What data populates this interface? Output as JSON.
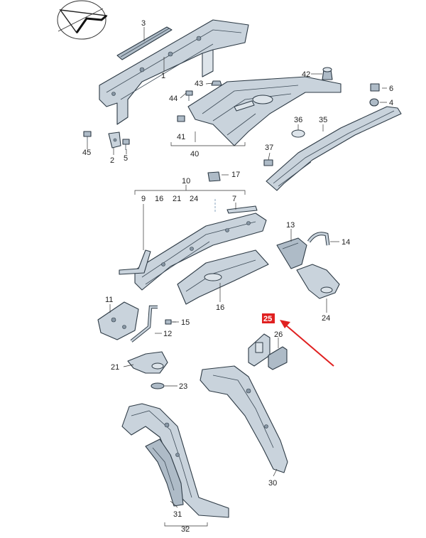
{
  "callouts": {
    "c1": "1",
    "c2": "2",
    "c3": "3",
    "c4": "4",
    "c5": "5",
    "c6": "6",
    "c7": "7",
    "c9": "9",
    "c10": "10",
    "c11": "11",
    "c12": "12",
    "c13": "13",
    "c14": "14",
    "c15": "15",
    "c16a": "16",
    "c16b": "16",
    "c17": "17",
    "c21a": "21",
    "c21b": "21",
    "c23": "23",
    "c24a": "24",
    "c24b": "24",
    "c25": "25",
    "c26": "26",
    "c30": "30",
    "c31": "31",
    "c32": "32",
    "c35": "35",
    "c36": "36",
    "c37": "37",
    "c40": "40",
    "c41": "41",
    "c42": "42",
    "c43": "43",
    "c44": "44",
    "c45": "45"
  },
  "highlight": {
    "callout": "25",
    "color": "#e02020"
  },
  "colors": {
    "part_fill": "#c9d3dc",
    "outline": "#2d3a45",
    "arrow": "#e02020"
  },
  "logo": {
    "icon": "checkmark-logo-icon"
  }
}
